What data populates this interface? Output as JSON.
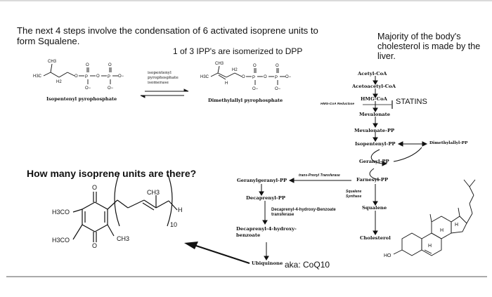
{
  "intro_text": "The next 4 steps involve the condensation of 6 activated isoprene units to form Squalene.",
  "liver_note": "Majority of the body's cholesterol is made by the liver.",
  "ipp_note": "1 of 3 IPP's are isomerized to DPP",
  "question": "How many isoprene units are there?",
  "aka_label": "aka: CoQ10",
  "statins_label": "STATINS",
  "molecules": {
    "left_name": "Isopentenyl pyrophosphate",
    "right_name": "Dimethylallyl pyrophosphate",
    "enzyme": "isopentenyl pyrophosphate isomerase",
    "atom_ch3": "CH3",
    "atom_h3c": "H3C",
    "atom_h2": "H2",
    "atom_h": "H",
    "atom_o": "O",
    "atom_p": "P",
    "atom_o_minus": "O−"
  },
  "pathway": {
    "main": [
      "Acetyl-CoA",
      "Acetoacetyl-CoA",
      "HMG-CoA",
      "Mevalonate",
      "Mevalonate-PP",
      "Isopentenyl-PP",
      "Geranyl-PP",
      "Farnesyl-PP",
      "Squalene",
      "Cholesterol"
    ],
    "dimethylallyl": "Dimethylallyl-PP",
    "hmg_reductase": "HMG-CoA Reductase",
    "trans_prenyl": "trans-Prenyl Transferase",
    "squalene_synthase": "Squalene Synthase",
    "side": [
      "Geranylgeranyl-PP",
      "Decaprenyl-PP",
      "Decaprenyl-4-hydroxy-benzoate",
      "Ubiquinone"
    ],
    "decaprenyl_enzyme": "Decaprenyl-4-hydroxy-Benzoate transferase"
  },
  "coq10": {
    "left_top": "H3CO",
    "left_bottom": "H3CO",
    "ring_o_top": "O",
    "ring_o_bottom": "O",
    "ch3_ring": "CH3",
    "ch3_chain": "CH3",
    "h_end": "H",
    "repeat": "10"
  },
  "cholesterol": {
    "ho": "HO",
    "h_labels": [
      "H",
      "H",
      "H"
    ]
  }
}
